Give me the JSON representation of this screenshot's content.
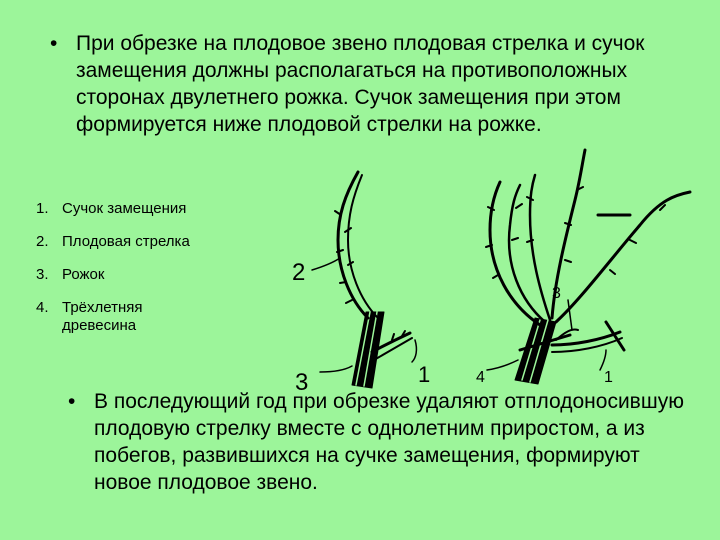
{
  "paragraph1": {
    "bullet": "•",
    "text": "При обрезке на плодовое звено плодовая стрелка и сучок замещения должны располагаться на противоположных сторонах двулетнего рожка. Сучок замещения при этом формируется ниже плодовой стрелки на рожке."
  },
  "legend": [
    {
      "num": "1.",
      "label": "Сучок замещения"
    },
    {
      "num": "2.",
      "label": "Плодовая стрелка"
    },
    {
      "num": "3.",
      "label": "Рожок"
    },
    {
      "num": "4.",
      "label": "Трёхлетняя древесина"
    }
  ],
  "figure_labels": {
    "left_2": "2",
    "left_3": "3",
    "left_1": "1",
    "right_3": "3",
    "right_4": "4",
    "right_1": "1"
  },
  "paragraph2": {
    "bullet": "•",
    "text": "В последующий год при обрезке удаляют отплодоносившую плодовую стрелку вместе с однолетним приростом, а из побегов, развившихся на сучке замещения, формируют новое плодовое звено."
  },
  "colors": {
    "background": "#9cf59a",
    "text": "#000000"
  }
}
